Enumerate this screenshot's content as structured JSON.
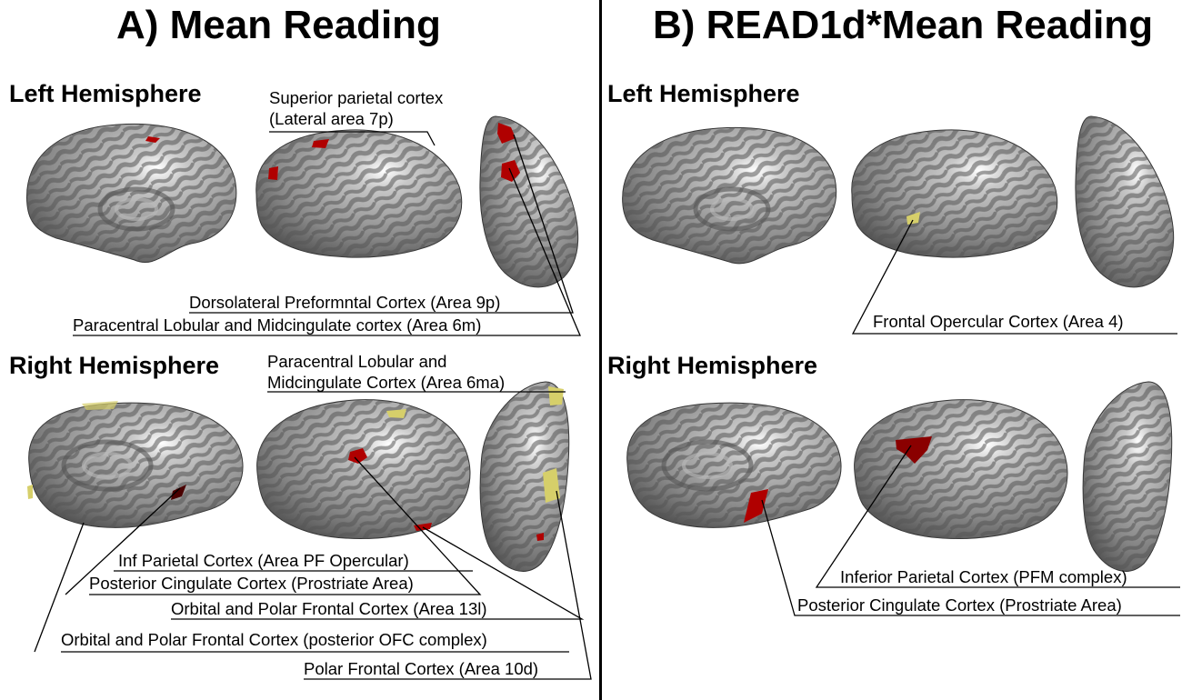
{
  "panels": {
    "a": {
      "title": "A) Mean Reading",
      "left_hemisphere": "Left Hemisphere",
      "right_hemisphere": "Right Hemisphere",
      "left_labels": {
        "superior_parietal_line1": "Superior parietal cortex",
        "superior_parietal_line2": "(Lateral area 7p)",
        "dlpfc": "Dorsolateral Preformntal Cortex (Area 9p)",
        "paracentral_6m": "Paracentral Lobular and Midcingulate cortex (Area 6m)"
      },
      "right_labels": {
        "paracentral_line1": "Paracentral Lobular and",
        "paracentral_line2": "Midcingulate Cortex (Area 6ma)",
        "inf_parietal": "Inf Parietal Cortex (Area PF Opercular)",
        "posterior_cingulate": "Posterior Cingulate Cortex (Prostriate Area)",
        "orbital_13l": "Orbital and Polar Frontal Cortex (Area 13l)",
        "orbital_pofc": "Orbital and Polar Frontal Cortex (posterior OFC complex)",
        "polar_10d": "Polar Frontal Cortex (Area 10d)"
      }
    },
    "b": {
      "title": "B) READ1d*Mean Reading",
      "left_hemisphere": "Left Hemisphere",
      "right_hemisphere": "Right Hemisphere",
      "left_labels": {
        "frontal_opercular": "Frontal Opercular Cortex (Area 4)"
      },
      "right_labels": {
        "inferior_parietal": "Inferior Parietal Cortex (PFM complex)",
        "posterior_cingulate": "Posterior Cingulate Cortex (Prostriate Area)"
      }
    }
  },
  "colors": {
    "cortex_dark": "#5a5a5a",
    "cortex_light": "#a6a6a6",
    "activation_red": "#b00000",
    "activation_yellow": "#d6cf6a"
  }
}
